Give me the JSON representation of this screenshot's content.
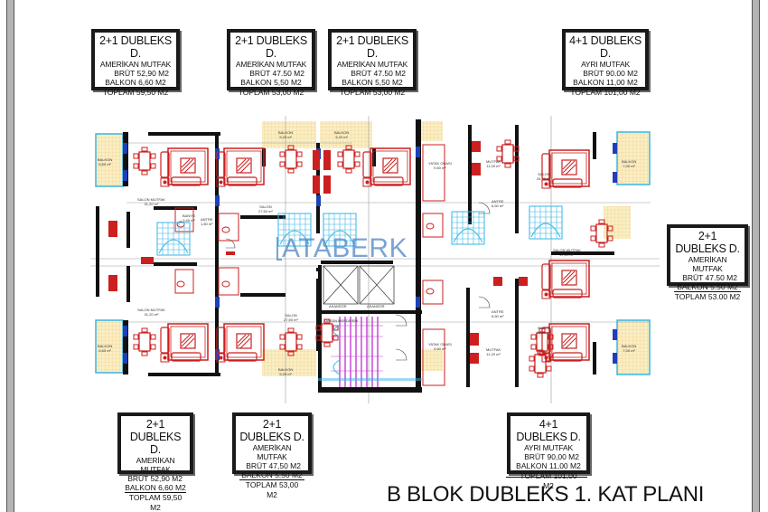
{
  "title": "B BLOK DUBLEKS 1. KAT PLANI",
  "watermark": "ATABERK",
  "colors": {
    "wall": "#111111",
    "furniture": "#cc1f1f",
    "stairs_private": "#37b6e6",
    "stairs_common": "#c53cd6",
    "balcony_fill": "#fbeec2",
    "balcony_grid": "#e6c98a",
    "window": "#1d3fb8",
    "frame": "#b4b4b4",
    "watermark": "#4f86c6"
  },
  "info_boxes": [
    {
      "id": "top-1",
      "type": "2+1 DUBLEKS D.",
      "kitchen": "AMERİKAN MUTFAK",
      "gross": "BRÜT 52,90 M2",
      "balcony": "BALKON   6,60 M2",
      "total": "TOPLAM 59,50 M2"
    },
    {
      "id": "top-2",
      "type": "2+1 DUBLEKS D.",
      "kitchen": "AMERİKAN MUTFAK",
      "gross": "BRÜT 47.50 M2",
      "balcony": "BALKON   5,50 M2",
      "total": "TOPLAM 53,00 M2"
    },
    {
      "id": "top-3",
      "type": "2+1 DUBLEKS D.",
      "kitchen": "AMERİKAN MUTFAK",
      "gross": "BRÜT 47.50 M2",
      "balcony": "BALKON   5,50 M2",
      "total": "TOPLAM 53,00 M2"
    },
    {
      "id": "top-4",
      "type": "4+1 DUBLEKS D.",
      "kitchen": "AYRI MUTFAK",
      "gross": "BRÜT 90.00 M2",
      "balcony": "BALKON 11,00 M2",
      "total": "TOPLAM 101,00 M2"
    },
    {
      "id": "right-1",
      "type": "2+1 DUBLEKS D.",
      "kitchen": "AMERİKAN MUTFAK",
      "gross": "BRÜT 47.50 M2",
      "balcony": "BALKON   5.50 M2",
      "total": "TOPLAM 53.00 M2"
    },
    {
      "id": "bottom-1",
      "type": "2+1 DUBLEKS D.",
      "kitchen": "AMERİKAN MUTFAK",
      "gross": "BRÜT 52,90 M2",
      "balcony": "BALKON   6,60 M2",
      "total": "TOPLAM 59,50 M2"
    },
    {
      "id": "bottom-2",
      "type": "2+1 DUBLEKS D.",
      "kitchen": "AMERİKAN MUTFAK",
      "gross": "BRÜT 47,50 M2",
      "balcony": "BALKON   5,50 M2",
      "total": "TOPLAM 53,00 M2"
    },
    {
      "id": "bottom-3",
      "type": "4+1 DUBLEKS D.",
      "kitchen": "AYRI MUTFAK",
      "gross": "BRÜT 90,00 M2",
      "balcony": "BALKON 11,00 M2",
      "total": "TOPLAM 101,00 M2"
    }
  ],
  "rooms": {
    "balkon_6_60": "BALKON\n6,60 m²",
    "salon_mutfak_31": "SALON MUTFAK\n31,20 m²",
    "salon_27": "SALON\n27,50 m²",
    "balkon_5_20": "BALKON\n5,20 m²",
    "banyo_3_40": "BANYO\n3,40 m²",
    "antre_1_80": "ANTRE\n1,80 m²",
    "yatak_odasi": "YATAK ODASI\n9,60 m²",
    "mutfak_11": "MUTFAK\n11,20 m²",
    "salon_26": "SALON\n26,50 m²",
    "antre_6_50": "ANTRE\n6,50 m²",
    "balkon_7_00": "BALKON\n7,00 m²",
    "salon_mutfak_27": "SALON MUTFAK\n27,20 m²",
    "asansor": "ASANSÖR",
    "yangin_merdiveni": "YANGIN MERDİVENİ"
  }
}
